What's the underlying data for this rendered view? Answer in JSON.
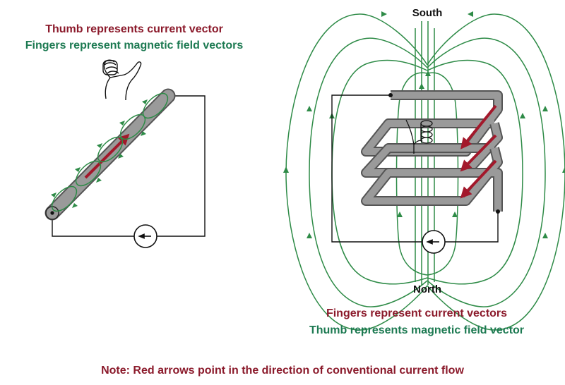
{
  "left_panel": {
    "caption_line1": "Thumb represents current vector",
    "caption_line2": "Fingers represent magnetic field vectors",
    "icons": [
      "right-hand-thumb-up-icon",
      "current-source-icon"
    ]
  },
  "right_panel": {
    "pole_top": "South",
    "pole_bottom": "North",
    "caption_line1": "Fingers represent current vectors",
    "caption_line2": "Thumb represents magnetic field vector",
    "icons": [
      "right-hand-curled-icon",
      "current-source-icon"
    ]
  },
  "note": "Note: Red arrows point in the direction of conventional current flow",
  "colors": {
    "current_arrow": "#a3182b",
    "field_lines": "#2e8b47",
    "conductor": "#9a9a9a",
    "caption_red": "#8b1a2b",
    "caption_green": "#1d7a52"
  }
}
